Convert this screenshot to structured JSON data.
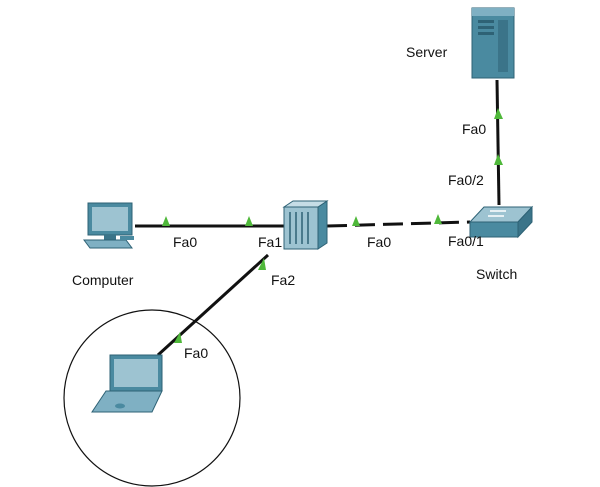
{
  "devices": {
    "server": {
      "label": "Server",
      "icon": "server-icon"
    },
    "switch": {
      "label": "Switch",
      "icon": "switch-icon"
    },
    "computer": {
      "label": "Computer",
      "icon": "desktop-computer-icon"
    },
    "router": {
      "label": "",
      "icon": "router-icon"
    },
    "laptop": {
      "label": "",
      "icon": "laptop-icon"
    }
  },
  "ports": {
    "server_fa0": "Fa0",
    "switch_fa0_2": "Fa0/2",
    "switch_fa0_1": "Fa0/1",
    "router_fa0": "Fa0",
    "router_fa1": "Fa1",
    "router_fa2": "Fa2",
    "computer_fa0": "Fa0",
    "laptop_fa0": "Fa0"
  },
  "colors": {
    "device_teal": "#4a8aa0",
    "device_light": "#9dc3d1",
    "link_up_arrow": "#4fb83a",
    "cable": "#111111"
  }
}
